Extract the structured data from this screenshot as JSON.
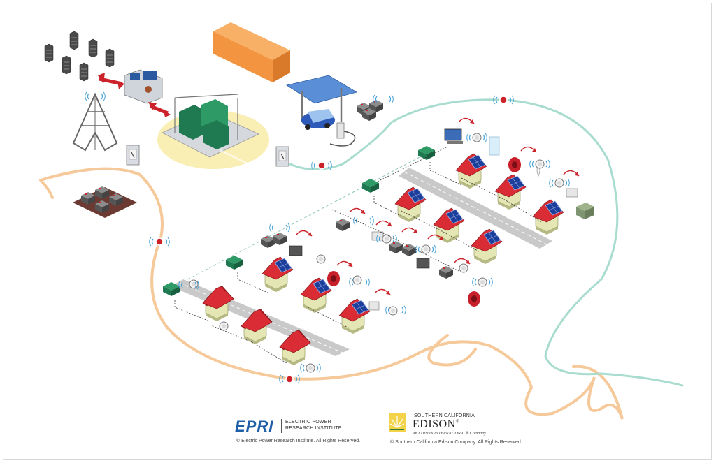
{
  "colors": {
    "distribution_line": "#f6c99a",
    "communication_line": "#a8dccf",
    "accent_red": "#cc2229",
    "house_wall": "#e4e7b4",
    "house_roof": "#c8202a",
    "solar_panel": "#1d3f9c",
    "transformer_green": "#1f7a52",
    "substation_glow": "#f8eaa0",
    "road": "#c9c9c9"
  },
  "icons": [
    "server-rack-icon",
    "control-center-icon",
    "radio-tower-icon",
    "substation-icon",
    "office-building-icon",
    "ev-charging-station-icon",
    "battery-storage-icon",
    "smart-meter-icon",
    "house-with-solar-icon",
    "thermostat-icon",
    "water-heater-icon",
    "light-bulb-icon",
    "computer-icon",
    "hvac-unit-icon",
    "pad-mount-transformer-icon",
    "sensor-node-icon"
  ],
  "footer": {
    "epri": {
      "mark": "EPRI",
      "name_line1": "ELECTRIC POWER",
      "name_line2": "RESEARCH INSTITUTE",
      "copyright": "© Electric Power Research Institute. All Rights Reserved."
    },
    "sce": {
      "small_caps": "SOUTHERN CALIFORNIA",
      "name": "EDISON",
      "registered": "®",
      "subline": "An EDISON INTERNATIONAL® Company",
      "copyright": "© Southern California Edison Company. All Rights Reserved."
    }
  }
}
